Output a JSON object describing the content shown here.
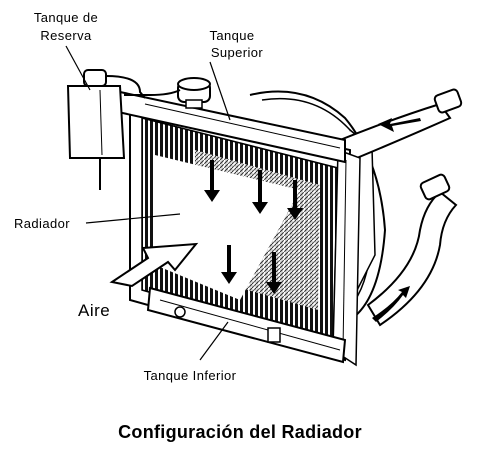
{
  "labels": {
    "reserve_tank": [
      "Tanque de",
      "Reserva"
    ],
    "upper_tank": [
      "Tanque",
      "Superior"
    ],
    "radiator": "Radiador",
    "air": "Aire",
    "lower_tank": "Tanque Inferior"
  },
  "caption": "Configuración del Radiador"
}
